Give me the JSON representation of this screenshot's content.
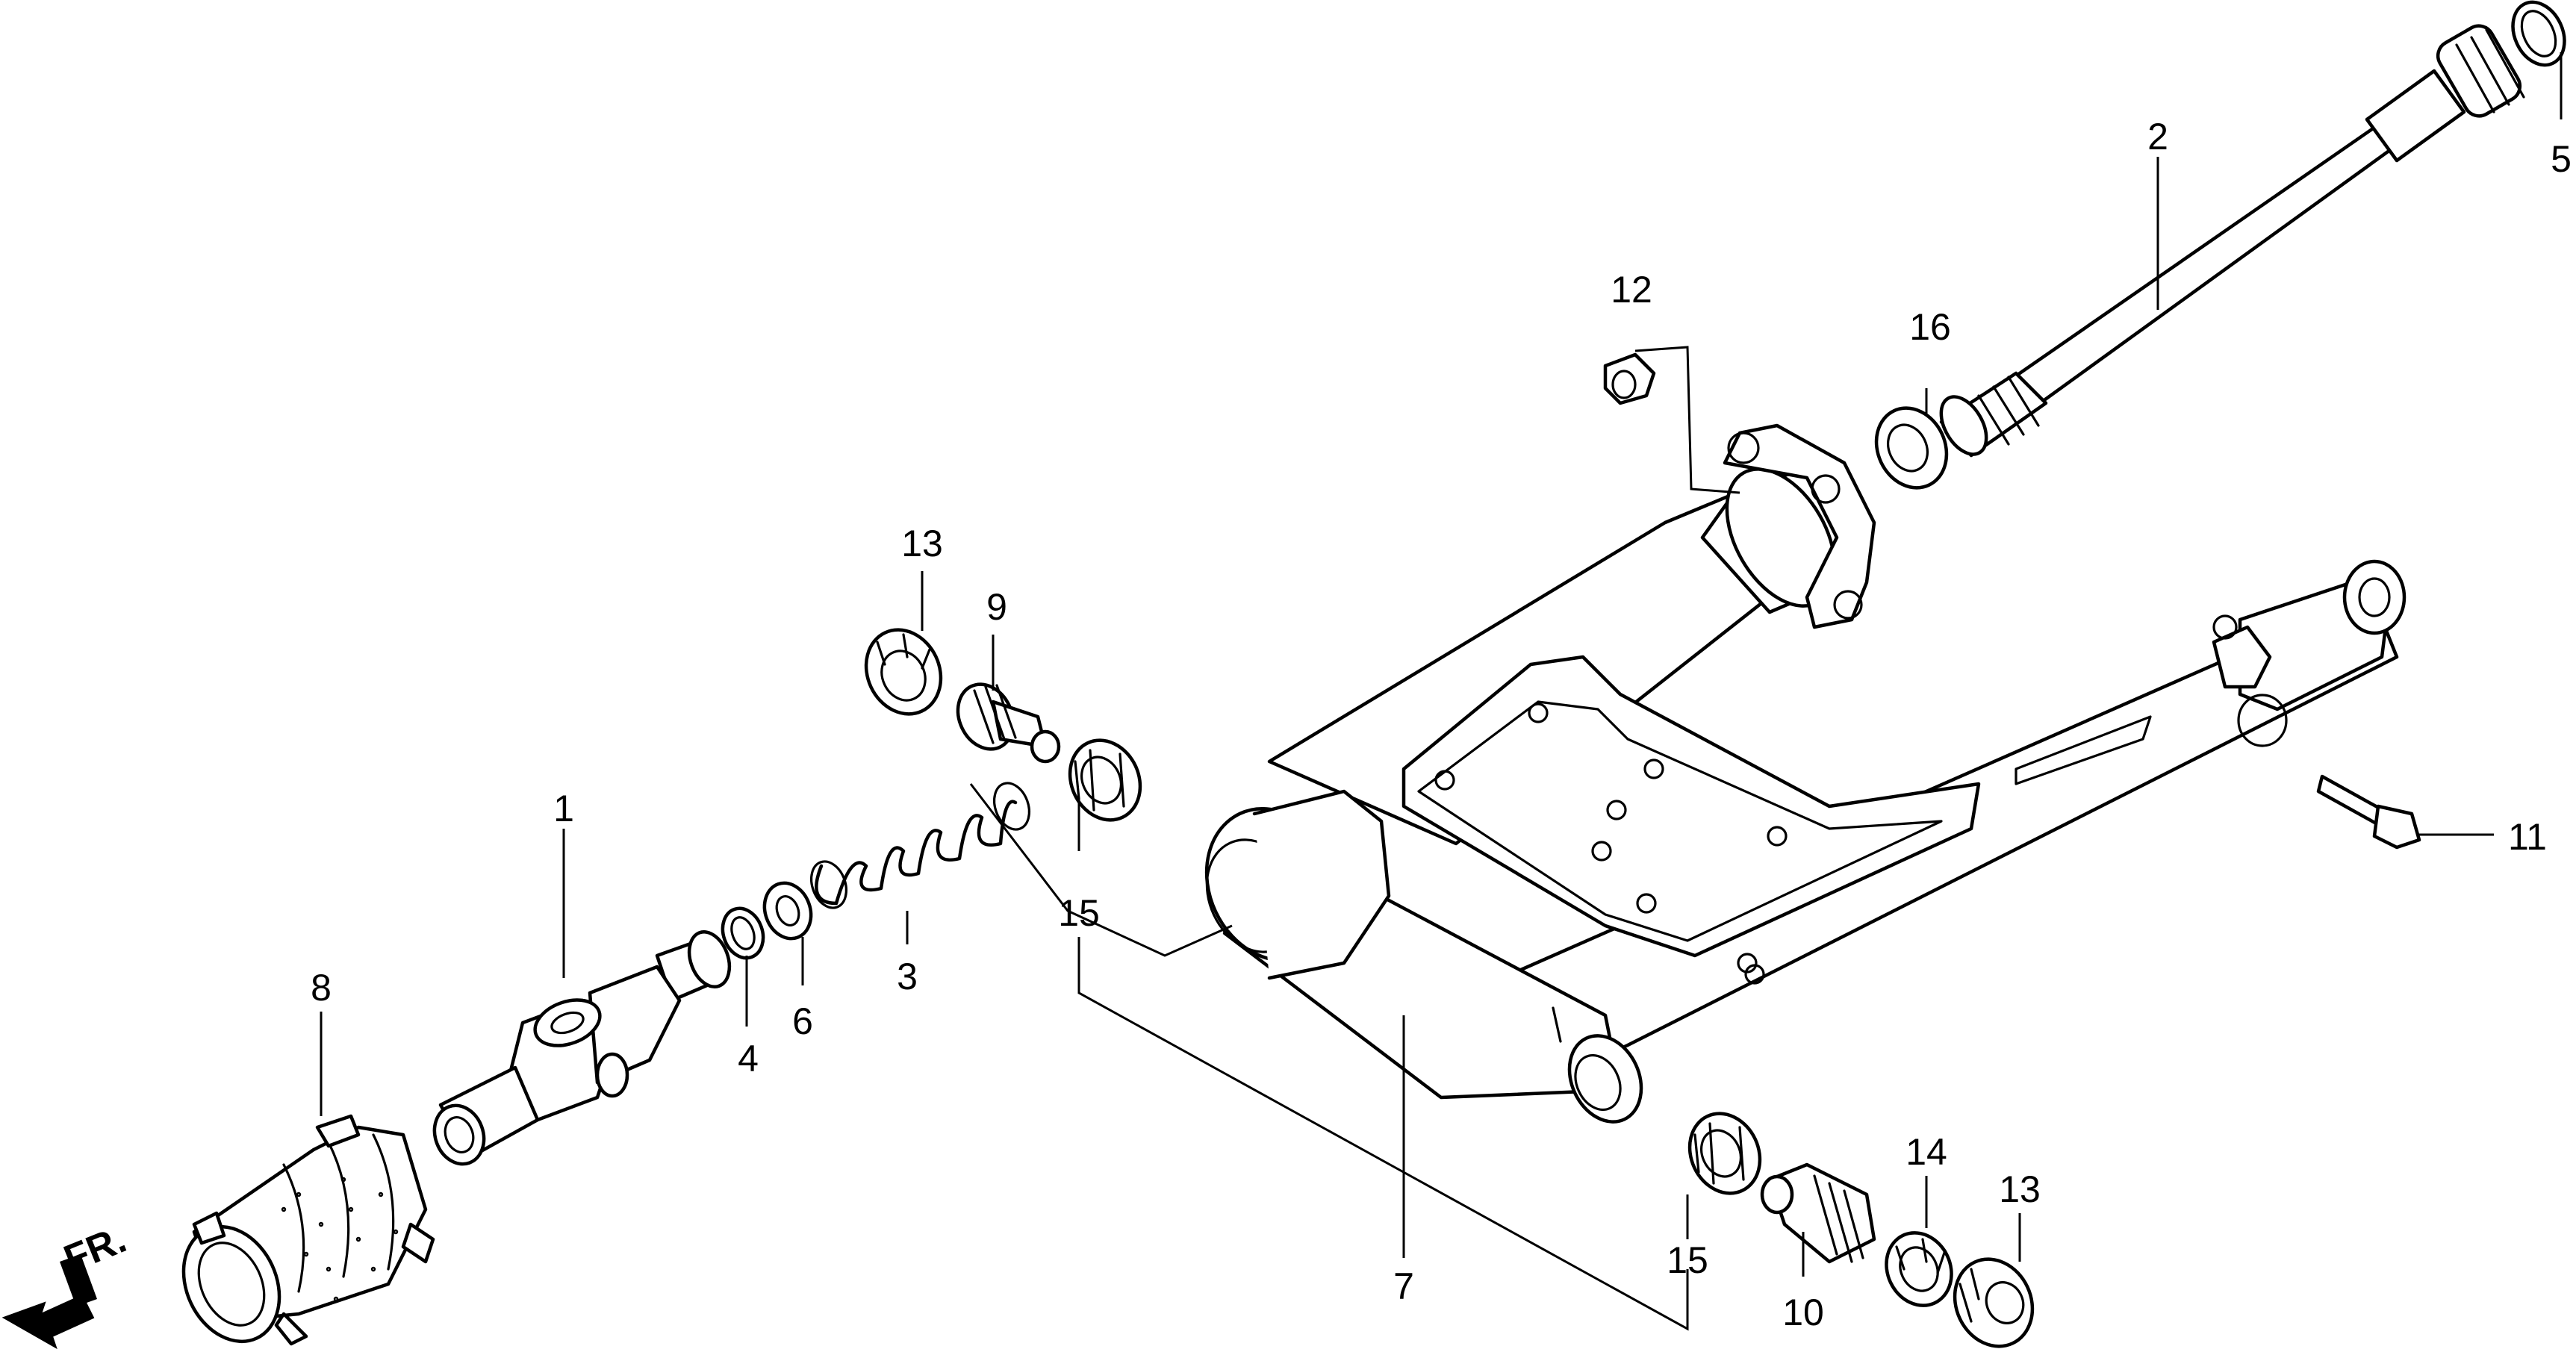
{
  "diagram": {
    "callouts": {
      "c1": "1",
      "c2": "2",
      "c3": "3",
      "c4": "4",
      "c5": "5",
      "c6": "6",
      "c7": "7",
      "c8": "8",
      "c9": "9",
      "c10": "10",
      "c11": "11",
      "c12": "12",
      "c13a": "13",
      "c13b": "13",
      "c14": "14",
      "c15a": "15",
      "c15b": "15",
      "c16": "16"
    },
    "direction_label": "FR."
  }
}
